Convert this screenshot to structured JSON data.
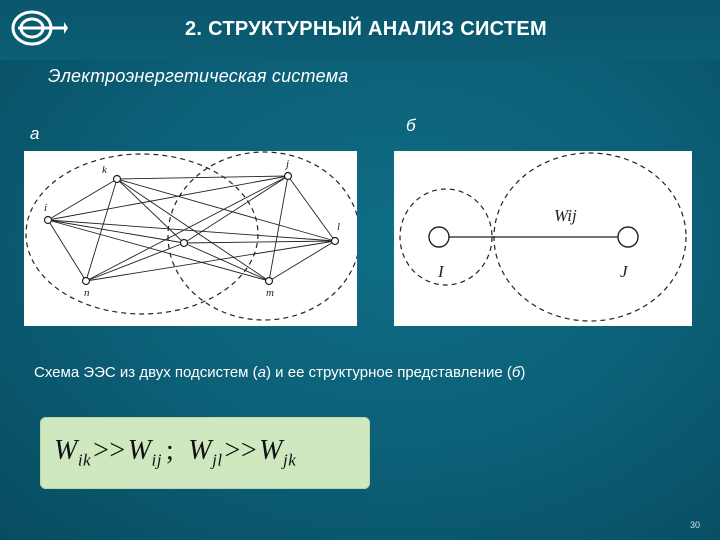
{
  "slide": {
    "title": "2.  СТРУКТУРНЫЙ АНАЛИЗ СИСТЕМ",
    "subtitle": "Электроэнергетическая система",
    "label_a": "а",
    "label_b": "б",
    "caption_pre": "Схема ЭЭС из двух подсистем  (",
    "caption_a": "а",
    "caption_mid": ") и ее структурное представление (",
    "caption_b": "б",
    "caption_post": ")",
    "page_number": "30"
  },
  "diagram_a": {
    "nodes": [
      "k",
      "j",
      "i",
      "l",
      "n",
      "m"
    ]
  },
  "diagram_b": {
    "edge_label": "Wij",
    "left_label": "I",
    "right_label": "J"
  },
  "formula": {
    "t1": "W",
    "s1": "ik",
    "op1": ">>",
    "t2": "W",
    "s2": "ij",
    "sep": ";",
    "t3": "W",
    "s3": "jl",
    "op2": ">>",
    "t4": "W",
    "s4": "jk"
  },
  "colors": {
    "background": "#0b5e75",
    "formula_box": "#cfe8c0",
    "diagram_line": "#111111"
  }
}
